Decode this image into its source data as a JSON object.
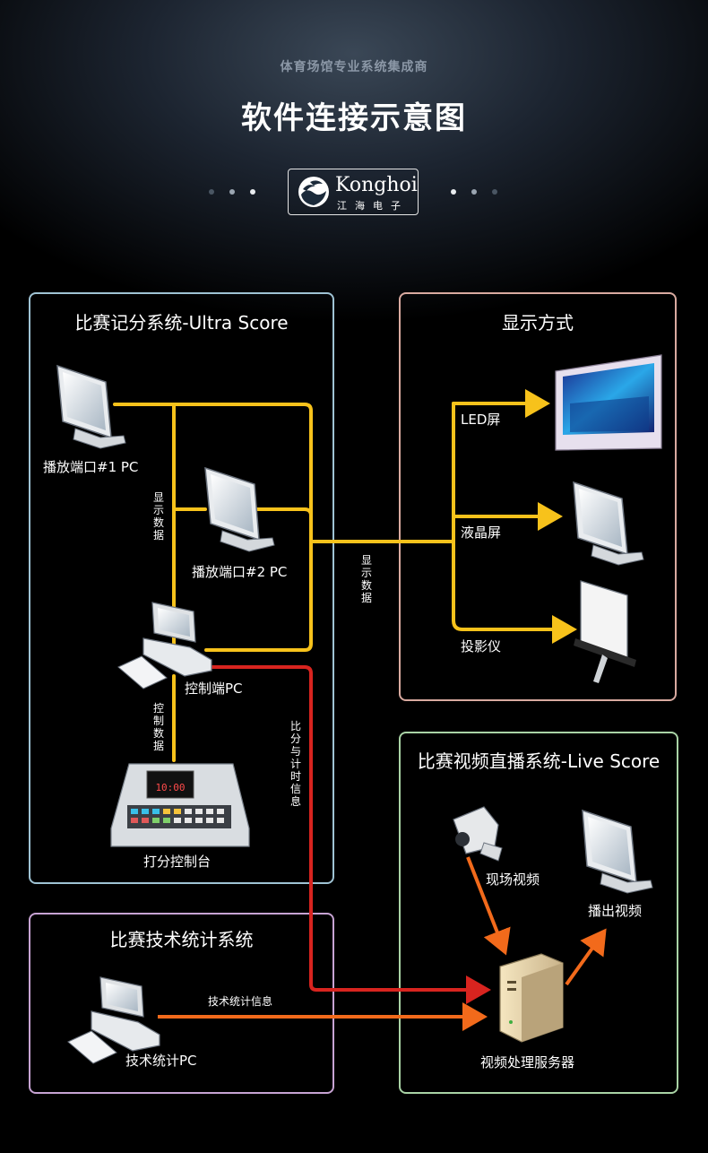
{
  "header": {
    "subtitle": "体育场馆专业系统集成商",
    "title": "软件连接示意图"
  },
  "logo": {
    "name_en": "Konghoi",
    "name_cn": "江海电子"
  },
  "panels": {
    "ultra_score": {
      "title": "比赛记分系统-Ultra Score",
      "playback_pc1": "播放端口#1 PC",
      "playback_pc2": "播放端口#2 PC",
      "control_pc": "控制端PC",
      "scoring_console": "打分控制台",
      "display_data": "显示数据",
      "control_data": "控制数据"
    },
    "display": {
      "title": "显示方式",
      "led": "LED屏",
      "lcd": "液晶屏",
      "projector": "投影仪"
    },
    "live_score": {
      "title": "比赛视频直播系统-Live Score",
      "onsite_video": "现场视频",
      "broadcast_video": "播出视频",
      "video_server": "视频处理服务器"
    },
    "stats": {
      "title": "比赛技术统计系统",
      "stats_pc": "技术统计PC",
      "stats_info": "技术统计信息"
    }
  },
  "links": {
    "display_data": "显示数据",
    "score_time_info": "比分与计时信息"
  },
  "colors": {
    "yellow": "#f7c21b",
    "red": "#d8241f",
    "orange": "#f26a1b",
    "panel_blue": "#9fc3d4",
    "panel_rose": "#d9aaa0",
    "panel_green": "#a9d3a5",
    "panel_purple": "#c7a3d3"
  }
}
